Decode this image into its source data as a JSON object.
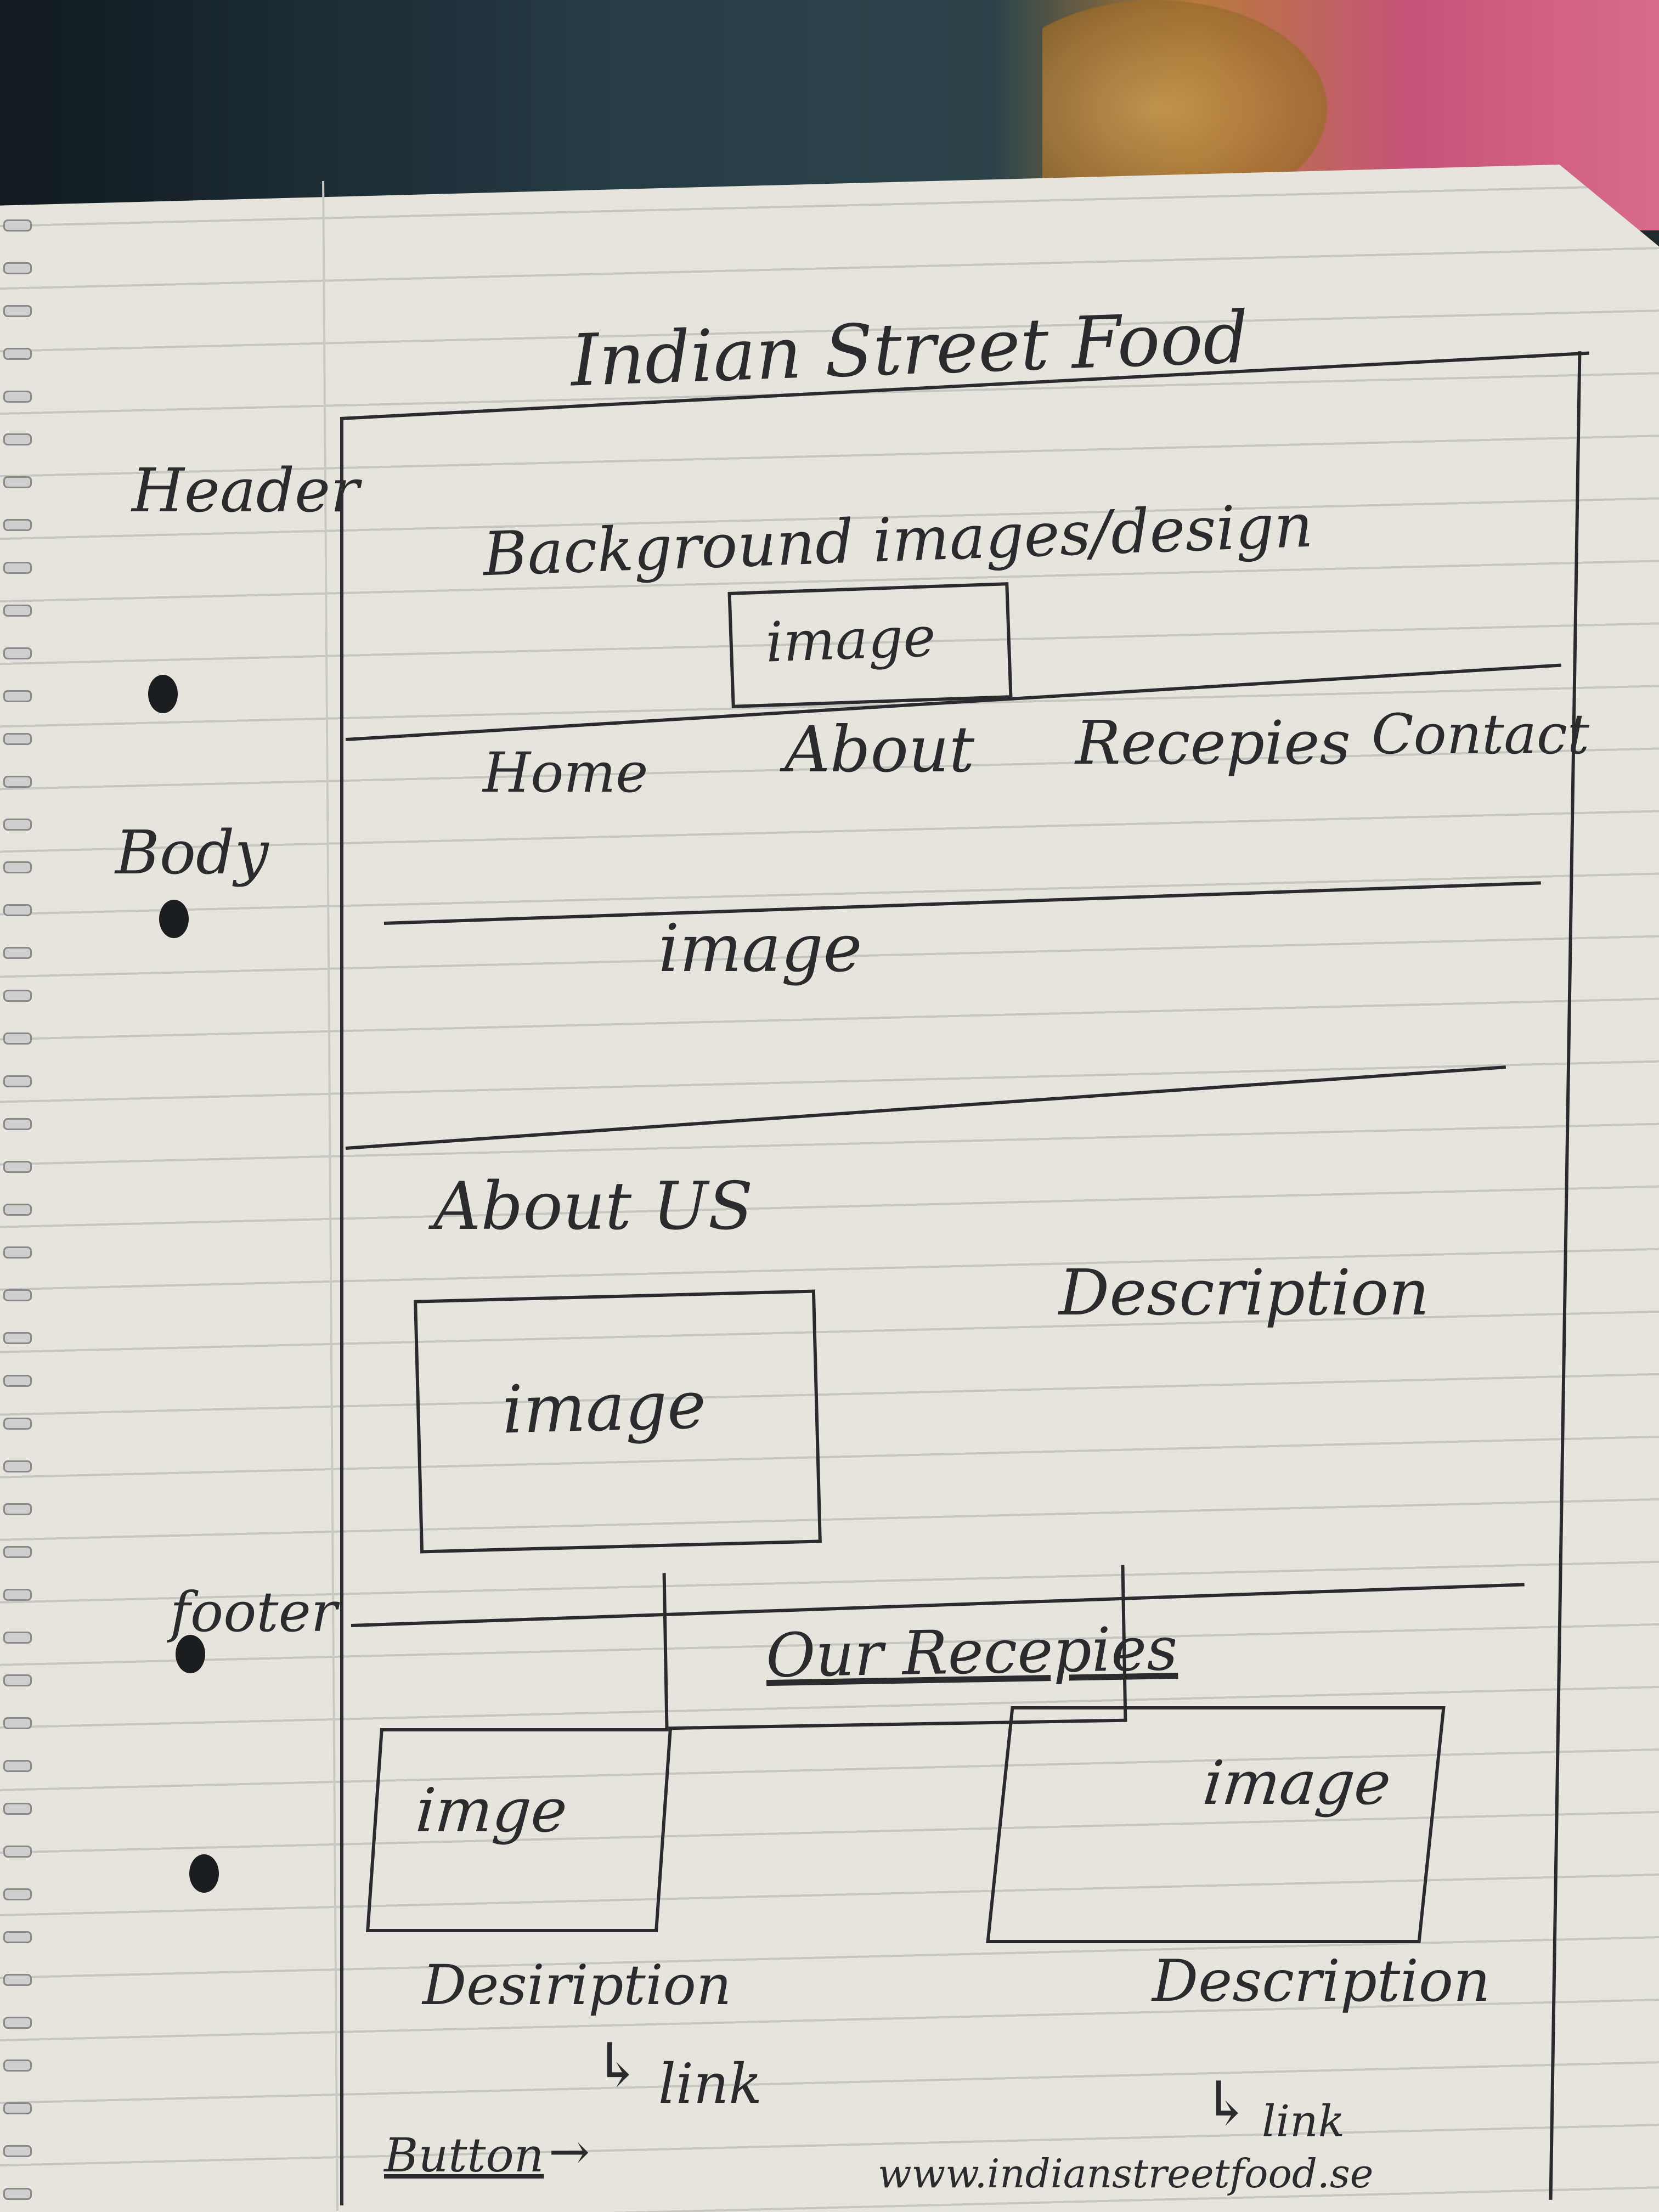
{
  "title": "Indian Street Food",
  "margin_labels": {
    "header": "Header",
    "body": "Body",
    "footer": "footer"
  },
  "header": {
    "background": "Background images/design",
    "image": "image"
  },
  "nav": [
    "Home",
    "About",
    "Recepies",
    "Contact"
  ],
  "banner_image": "image",
  "about": {
    "heading": "About US",
    "image": "image",
    "description": "Description"
  },
  "recipes": {
    "heading": "Our Recepies",
    "left_image": "imge",
    "right_image": "image",
    "left_description": "Desiription",
    "right_description": "Description",
    "left_link": "link",
    "right_link": "link"
  },
  "footer": {
    "button": "Button",
    "url": "www.indianstreetfood.se"
  }
}
